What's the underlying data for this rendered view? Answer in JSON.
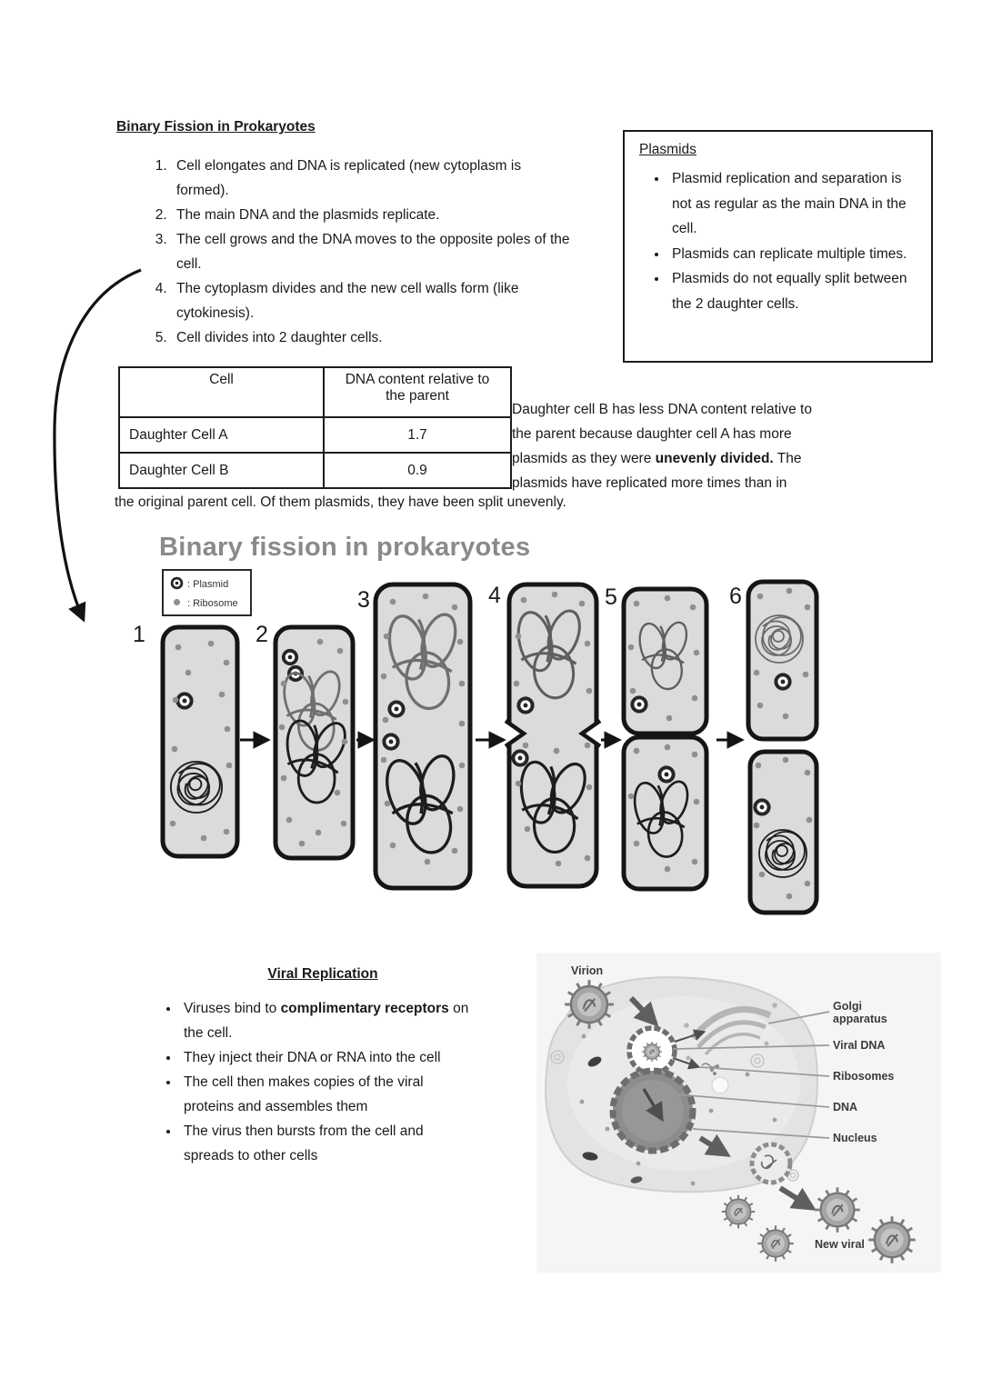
{
  "doc": {
    "section1_title": "Binary Fission in Prokaryotes",
    "steps": [
      "Cell elongates and DNA is replicated (new cytoplasm is formed).",
      "The main DNA and the plasmids replicate.",
      "The cell grows and the DNA moves to the opposite poles of the cell.",
      "The cytoplasm divides and the new cell walls form (like cytokinesis).",
      "Cell divides into 2 daughter cells."
    ],
    "plasmids_box": {
      "title": "Plasmids",
      "bullets": [
        "Plasmid replication and separation is not as regular as the main DNA in the cell.",
        "Plasmids can replicate multiple times.",
        "Plasmids do not equally split between the 2 daughter cells."
      ]
    },
    "table": {
      "col1_header": "Cell",
      "col2_header": "DNA content relative to the parent",
      "rows": [
        {
          "cell": "Daughter Cell A",
          "value": "1.7"
        },
        {
          "cell": "Daughter Cell B",
          "value": "0.9"
        }
      ]
    },
    "answer_paragraph": {
      "line1": "Daughter cell B has less DNA content relative to",
      "line2": "the parent because daughter cell A has more",
      "line3_pre": "plasmids as they were ",
      "line3_bold": "unevenly divided.",
      "line3_post": " The",
      "line4": "plasmids have replicated more times than in",
      "last_line": "the original parent cell. Of them plasmids, they have been split unevenly."
    }
  },
  "fission_figure": {
    "title": "Binary fission in prokaryotes",
    "legend": {
      "plasmid_label": ": Plasmid",
      "ribosome_label": ": Ribosome"
    },
    "stage_numbers": [
      "1",
      "2",
      "3",
      "4",
      "5",
      "6"
    ]
  },
  "viral_section": {
    "title": "Viral Replication",
    "bullets": [
      {
        "pre": "Viruses bind to ",
        "bold": "complimentary receptors",
        "post": " on the cell."
      },
      {
        "pre": "They inject their DNA or RNA into the cell",
        "bold": "",
        "post": ""
      },
      {
        "pre": "The cell then makes copies of the viral proteins and assembles them",
        "bold": "",
        "post": ""
      },
      {
        "pre": "The virus then bursts from the cell and spreads to other cells",
        "bold": "",
        "post": ""
      }
    ],
    "diagram_labels": {
      "virion": "Virion",
      "golgi": "Golgi apparatus",
      "viral_dna": "Viral DNA",
      "ribosomes": "Ribosomes",
      "dna": "DNA",
      "nucleus": "Nucleus",
      "new_viral": "New viral"
    }
  }
}
